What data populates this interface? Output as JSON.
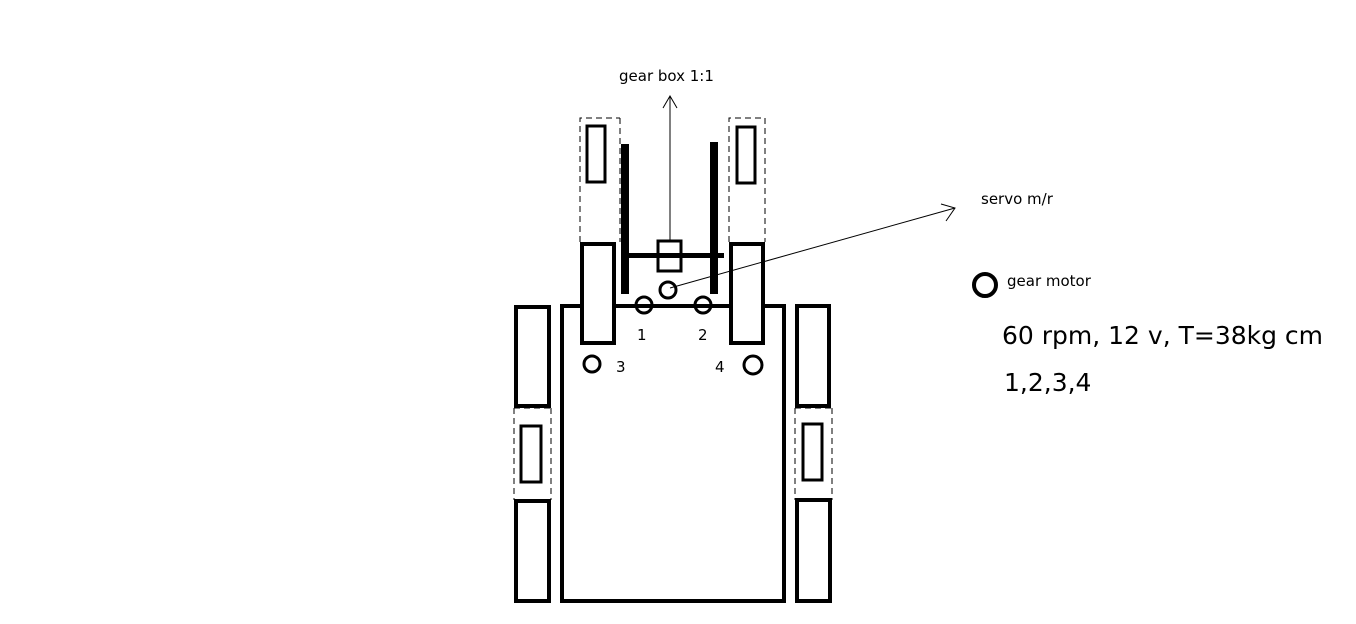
{
  "labels": {
    "gearbox": "gear box 1:1",
    "servo": "servo m/r",
    "gear_motor": "gear motor",
    "spec": "60 rpm, 12 v, T=38kg cm",
    "motor_list": "1,2,3,4",
    "motor_1": "1",
    "motor_2": "2",
    "motor_3": "3",
    "motor_4": "4"
  },
  "colors": {
    "stroke": "#000000",
    "background": "#ffffff"
  }
}
